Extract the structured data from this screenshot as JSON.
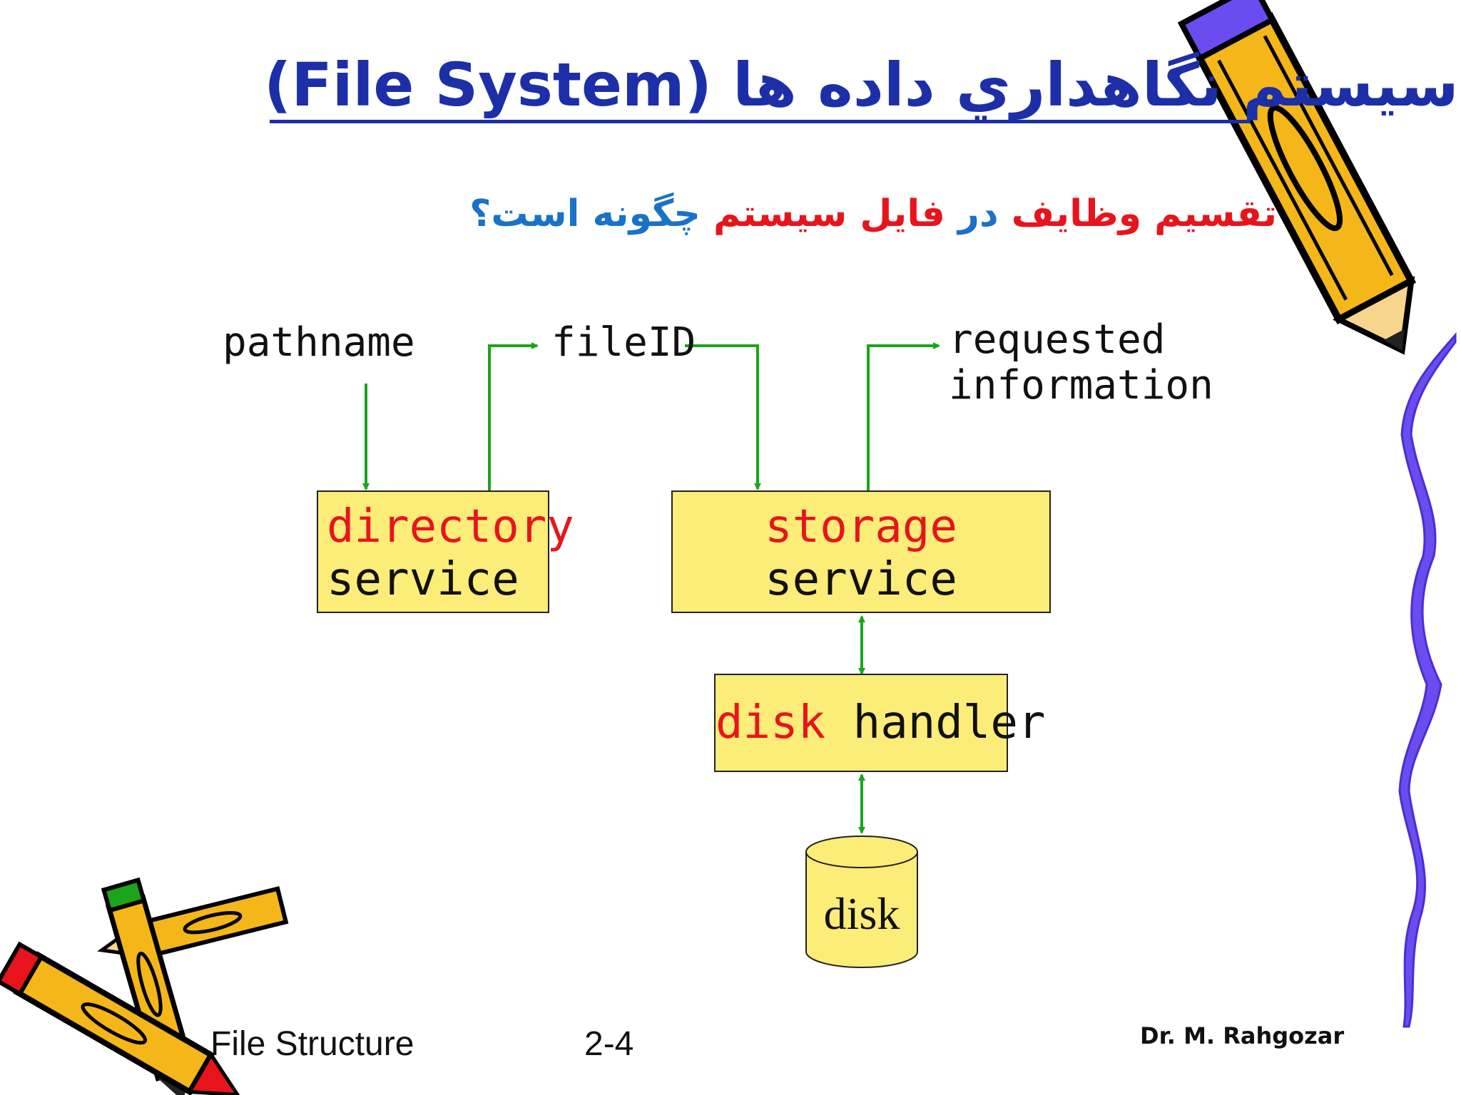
{
  "title": "(File System) سیستم نگاهداري داده ها",
  "subtitle": {
    "part1": "تقسیم وظایف ",
    "part2": "در ",
    "part3": "فایل سیستم ",
    "part4": "چگونه است؟"
  },
  "diagram": {
    "pathname": "pathname",
    "fileid": "fileID",
    "requested_line1": "requested",
    "requested_line2": "information",
    "directory_line1": "directory",
    "directory_line2": "service",
    "storage_line1": "storage",
    "storage_line2": "service",
    "disk_handler_red": "disk",
    "disk_handler_black": "handler",
    "disk": "disk"
  },
  "footer": {
    "course": "File Structure",
    "page": "2-4",
    "author": "Dr. M. Rahgozar"
  },
  "colors": {
    "title": "#1c2fa8",
    "arrow": "#1aa51a",
    "box_fill": "#fcec78",
    "red": "#e8141c",
    "blue": "#1a72c8",
    "squiggle": "#6b4cf0"
  }
}
